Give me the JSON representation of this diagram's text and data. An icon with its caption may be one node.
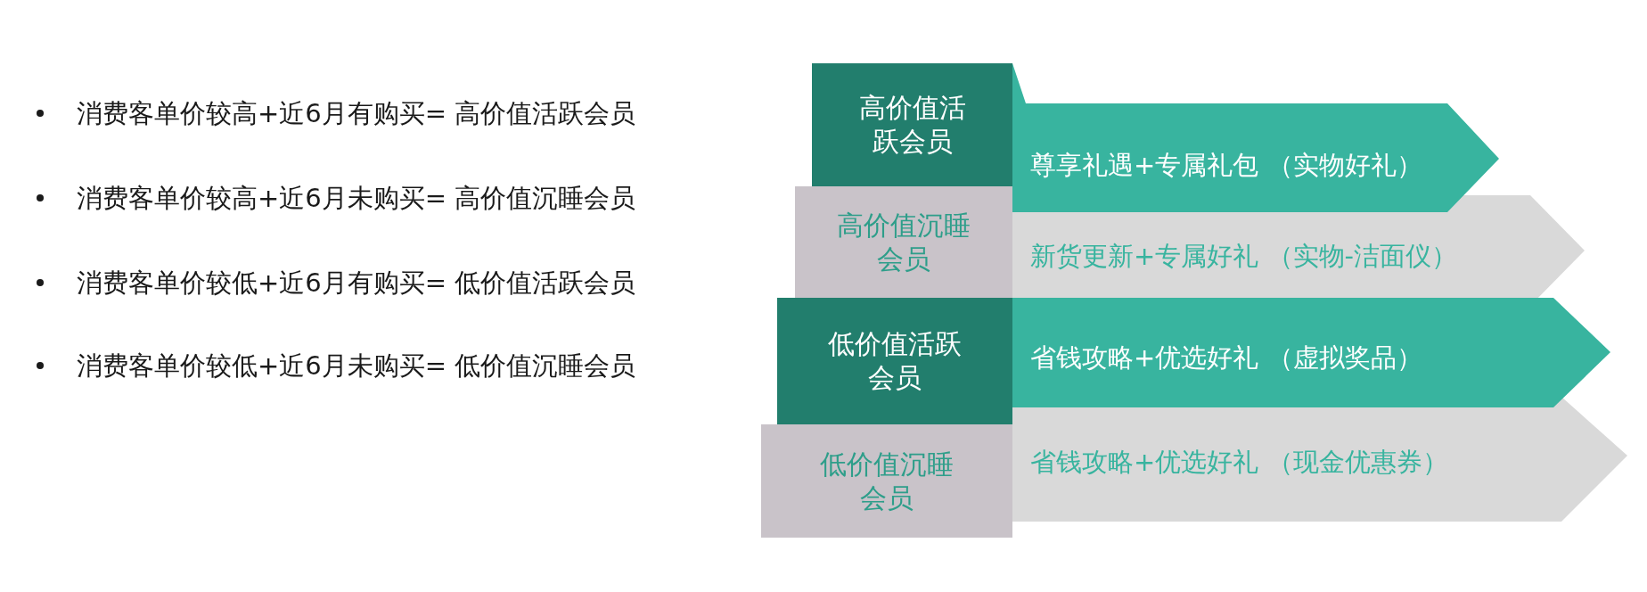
{
  "diagram": {
    "nodes": [
      {
        "text": [
          "高价值活跃会员"
        ]
      },
      {
        "text": [
          "尊享礼遇+专属礼包 （实物好礼）"
        ]
      },
      {
        "text": [
          "高价值沉睡会员"
        ]
      },
      {
        "text": [
          "新货更新+专属好礼 （实物-洁面仪）"
        ]
      },
      {
        "text": [
          "低价值活跃会员"
        ]
      },
      {
        "text": [
          "省钱攻略+优选好礼 （虚拟奖品）"
        ]
      },
      {
        "text": [
          "低价值沉睡会员"
        ]
      },
      {
        "text": [
          "省钱攻略+优选好礼 （现金优惠券）"
        ]
      }
    ],
    "labels": [
      "消费客单价较高+近6月有购买= 高价值活跃会员",
      "消费客单价较高+近6月未购买= 高价值沉睡会员",
      "消费客单价较低+近6月有购买= 低价值活跃会员",
      "消费客单价较低+近6月未购买= 低价值沉睡会员"
    ]
  }
}
